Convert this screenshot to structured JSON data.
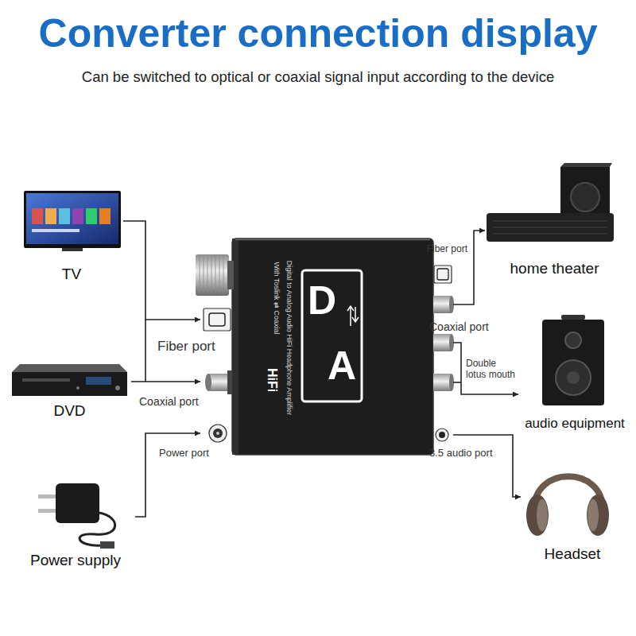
{
  "diagram": {
    "title": "Converter connection display",
    "caption": "Can be switched to optical or coaxial signal input according to the device",
    "nodes": [
      {
        "text": [
          "TV"
        ]
      },
      {
        "text": [
          "DVD"
        ]
      },
      {
        "text": [
          "Power supply"
        ]
      },
      {
        "text": [
          "Digital to Analog Audio HiFi Headphone Amplifier",
          "With Toslink ⇄ Coaxial",
          "D",
          "A",
          "HiFi"
        ]
      },
      {
        "text": [
          "home theater"
        ]
      },
      {
        "text": [
          "audio equipment"
        ]
      },
      {
        "text": [
          "Headset"
        ]
      }
    ],
    "edges": [
      {
        "from": 0,
        "to": 3,
        "arrow": "to"
      },
      {
        "from": 1,
        "to": 3,
        "arrow": "to"
      },
      {
        "from": 2,
        "to": 3,
        "arrow": "to"
      },
      {
        "from": 3,
        "to": 4,
        "arrow": "to"
      },
      {
        "from": 3,
        "to": 5,
        "arrow": "to"
      },
      {
        "from": 3,
        "to": 6,
        "arrow": "to"
      }
    ],
    "labels": [
      "Fiber port",
      "Coaxial port",
      "Fiber port",
      "Double lotus mouth",
      "Coaxial port",
      "Power port",
      "3.5 audio port"
    ]
  }
}
